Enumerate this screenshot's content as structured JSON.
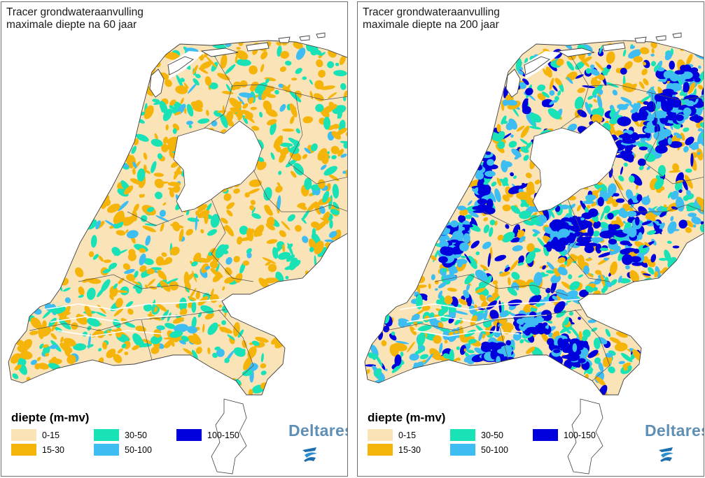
{
  "panels": [
    {
      "id": "left",
      "title_line1": "Tracer grondwateraanvulling",
      "title_line2": "maximale diepte na 60 jaar",
      "palette": [
        "#fbe3b8",
        "#f5b40a",
        "#19e3b6",
        "#3dbdf2",
        "#0000dc"
      ],
      "weights": [
        0.46,
        0.3,
        0.19,
        0.05,
        0.0
      ],
      "seed": 7
    },
    {
      "id": "right",
      "title_line1": "Tracer grondwateraanvulling",
      "title_line2": "maximale diepte na 200 jaar",
      "palette": [
        "#fbe3b8",
        "#f5b40a",
        "#19e3b6",
        "#3dbdf2",
        "#0000dc"
      ],
      "weights": [
        0.24,
        0.2,
        0.24,
        0.18,
        0.14
      ],
      "seed": 19
    }
  ],
  "legend": {
    "title": "diepte (m-mv)",
    "items": [
      {
        "label": "0-15",
        "color": "#fbe3b8"
      },
      {
        "label": "30-50",
        "color": "#19e3b6"
      },
      {
        "label": "100-150",
        "color": "#0000dc"
      },
      {
        "label": "15-30",
        "color": "#f5b40a"
      },
      {
        "label": "50-100",
        "color": "#3dbdf2"
      }
    ]
  },
  "brand": {
    "name": "Deltares",
    "icon": "deltares-logo-icon"
  }
}
